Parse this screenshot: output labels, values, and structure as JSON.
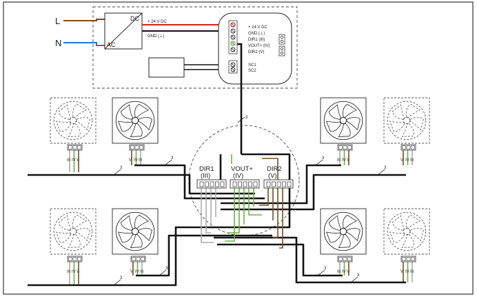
{
  "supply": {
    "line_label": "L",
    "neutral_label": "N",
    "dc_label": "DC",
    "ac_label": "AC",
    "out_24v": "+ 24 V DC",
    "out_gnd": "GND (⊥)"
  },
  "controller": {
    "terminals": [
      "+ 24 V DC",
      "GND (⊥)",
      "DIR1 (III)",
      "VOUT+ (IV)",
      "DIR2 (V)"
    ],
    "sc_terminals": [
      "SC1",
      "SC2"
    ]
  },
  "cable_core_count": "3",
  "junction": {
    "groups": [
      {
        "name": "DIR1",
        "code": "(III)"
      },
      {
        "name": "VOUT+",
        "code": "(IV)"
      },
      {
        "name": "DIR2",
        "code": "(V)"
      }
    ]
  },
  "fans": {
    "terminal_labels": {
      "default": [
        "III",
        "IV",
        "V"
      ],
      "reversed": [
        "V",
        "IV",
        "III"
      ]
    }
  },
  "colors": {
    "brown": "#7a4a1e",
    "blue": "#2a74c9",
    "red": "#d61e1e",
    "green": "#6cb33f",
    "grey": "#a8a8a8",
    "black": "#111111"
  }
}
